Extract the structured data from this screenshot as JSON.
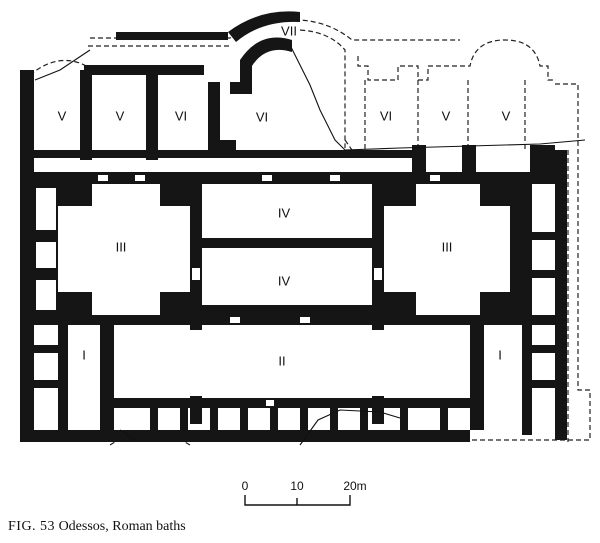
{
  "caption": {
    "figure": "FIG. 53",
    "title": "Odessos, Roman baths"
  },
  "scale_bar": {
    "ticks": [
      "0",
      "10",
      "20m"
    ]
  },
  "rooms": {
    "north_left_1": "V",
    "north_left_2": "V",
    "north_left_3": "VI",
    "north_left_4": "VI",
    "north_right_1": "VI",
    "north_right_2": "V",
    "north_right_3": "V",
    "apse": "VII",
    "west_hall": "III",
    "east_hall": "III",
    "central_north": "IV",
    "central_south": "IV",
    "pool": "II",
    "southwest": "I",
    "southeast": "I"
  }
}
